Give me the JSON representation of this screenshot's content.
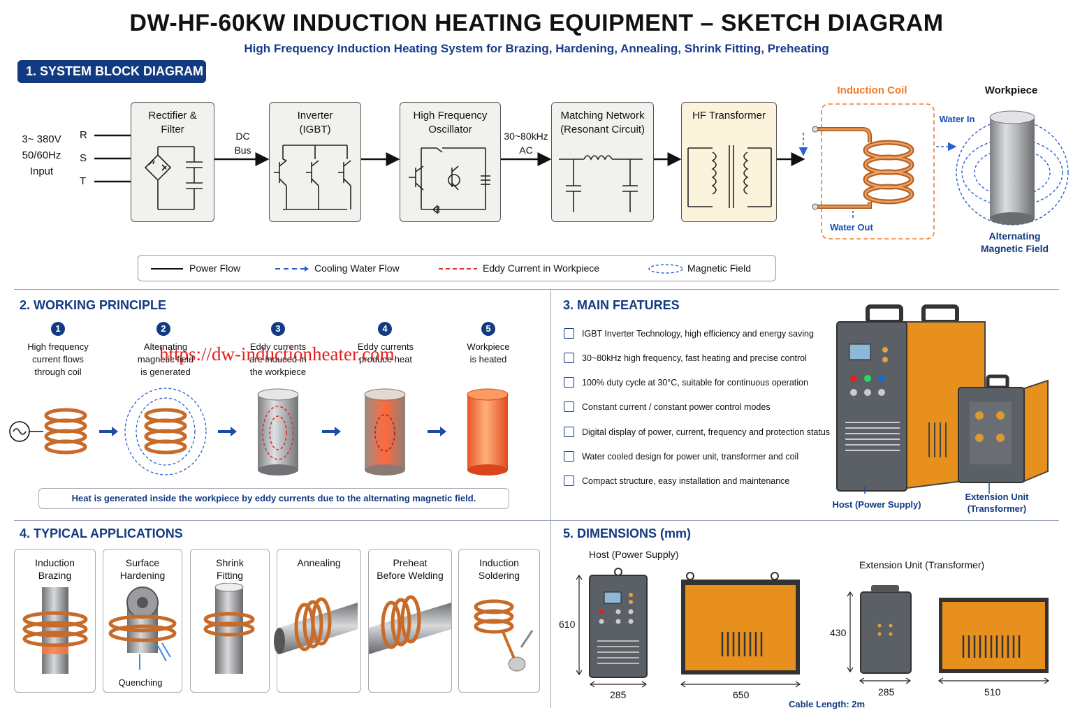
{
  "title": "DW-HF-60KW INDUCTION HEATING EQUIPMENT – SKETCH DIAGRAM",
  "subtitle": "High Frequency Induction Heating System for Brazing, Hardening, Annealing, Shrink Fitting, Preheating",
  "section1": {
    "heading": "1. SYSTEM BLOCK DIAGRAM",
    "input": {
      "line1": "3~ 380V",
      "line2": "50/60Hz",
      "line3": "Input",
      "phases": [
        "R",
        "S",
        "T"
      ]
    },
    "blocks": [
      {
        "line1": "Rectifier &",
        "line2": "Filter"
      },
      {
        "line1": "Inverter",
        "line2": "(IGBT)"
      },
      {
        "line1": "High Frequency",
        "line2": "Oscillator"
      },
      {
        "line1": "Matching Network",
        "line2": "(Resonant Circuit)"
      },
      {
        "line1": "HF Transformer",
        "line2": ""
      }
    ],
    "dc_bus": {
      "line1": "DC",
      "line2": "Bus"
    },
    "ac_label": {
      "line1": "30~80kHz",
      "line2": "AC"
    },
    "coil_label": "Induction Coil",
    "workpiece_label": "Workpiece",
    "water_in": "Water In",
    "water_out": "Water Out",
    "field_label": {
      "line1": "Alternating",
      "line2": "Magnetic Field"
    },
    "legend": [
      "Power Flow",
      "Cooling Water Flow",
      "Eddy Current in Workpiece",
      "Magnetic Field"
    ],
    "colors": {
      "navy": "#123a82",
      "copper": "#c86a28",
      "orange": "#f07a28",
      "blue_dash": "#2b5fd0",
      "red_dash": "#e03030"
    }
  },
  "section2": {
    "heading": "2. WORKING PRINCIPLE",
    "steps": [
      {
        "num": "1",
        "lines": [
          "High frequency",
          "current flows",
          "through coil"
        ]
      },
      {
        "num": "2",
        "lines": [
          "Alternating",
          "magnetic field",
          "is generated"
        ]
      },
      {
        "num": "3",
        "lines": [
          "Eddy currents",
          "are induced in",
          "the workpiece"
        ]
      },
      {
        "num": "4",
        "lines": [
          "Eddy currents",
          "produce heat"
        ]
      },
      {
        "num": "5",
        "lines": [
          "Workpiece",
          "is heated"
        ]
      }
    ],
    "note": "Heat is generated inside the workpiece by eddy currents due to the alternating magnetic field.",
    "watermark": "https://dw-inductionheater.com"
  },
  "section3": {
    "heading": "3. MAIN FEATURES",
    "features": [
      "IGBT Inverter Technology, high efficiency and energy saving",
      "30~80kHz high frequency, fast heating and precise control",
      "100% duty cycle at 30°C, suitable for continuous operation",
      "Constant current / constant power control modes",
      "Digital display of power, current, frequency and protection status",
      "Water cooled design for power unit, transformer and coil",
      "Compact structure, easy installation and maintenance"
    ],
    "host_label": "Host (Power Supply)",
    "ext_label": {
      "line1": "Extension Unit",
      "line2": "(Transformer)"
    }
  },
  "section4": {
    "heading": "4. TYPICAL APPLICATIONS",
    "apps": [
      {
        "line1": "Induction",
        "line2": "Brazing"
      },
      {
        "line1": "Surface",
        "line2": "Hardening",
        "extra": "Quenching"
      },
      {
        "line1": "Shrink",
        "line2": "Fitting"
      },
      {
        "line1": "Annealing",
        "line2": ""
      },
      {
        "line1": "Preheat",
        "line2": "Before Welding"
      },
      {
        "line1": "Induction",
        "line2": "Soldering"
      }
    ]
  },
  "section5": {
    "heading": "5. DIMENSIONS (mm)",
    "host_title": "Host (Power Supply)",
    "ext_title": "Extension Unit (Transformer)",
    "host_height": "610",
    "host_width": "285",
    "host_depth": "650",
    "ext_height": "430",
    "ext_width": "285",
    "ext_depth": "510",
    "cable": "Cable Length: 2m"
  }
}
